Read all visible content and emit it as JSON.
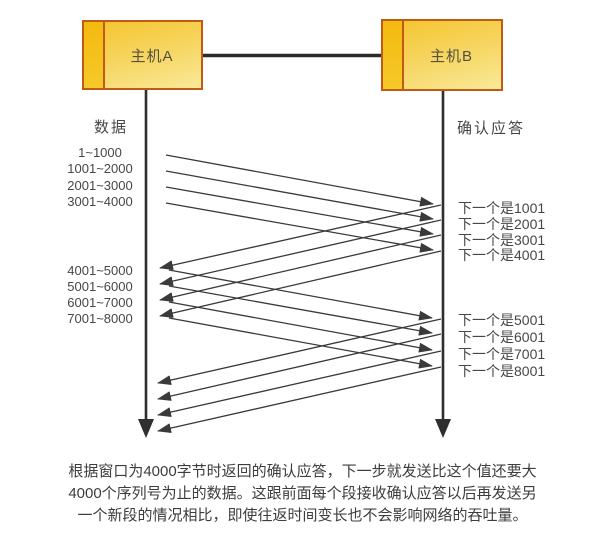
{
  "diagram": {
    "host_a": "主机A",
    "host_b": "主机B",
    "left_axis_title": "数据",
    "right_axis_title": "确认应答",
    "data_segments_batch1": [
      "1~1000",
      "1001~2000",
      "2001~3000",
      "3001~4000"
    ],
    "data_segments_batch2": [
      "4001~5000",
      "5001~6000",
      "6001~7000",
      "7001~8000"
    ],
    "ack_labels_batch1": [
      "下一个是1001",
      "下一个是2001",
      "下一个是3001",
      "下一个是4001"
    ],
    "ack_labels_batch2": [
      "下一个是5001",
      "下一个是6001",
      "下一个是7001",
      "下一个是8001"
    ],
    "colors": {
      "box_border": "#c05a14",
      "box_fill_top": "#f4c42c",
      "box_fill_bottom": "#f9e998",
      "strip_fill": "#f3ba10",
      "line": "#2f2f2f",
      "arrow": "#3a3a3a",
      "text": "#474747"
    }
  },
  "caption": {
    "lines": [
      "根据窗口为4000字节时返回的确认应答，下一步就发送比这个值还要大",
      "4000个序列号为止的数据。这跟前面每个段接收确认应答以后再发送另",
      "一个新段的情况相比，即使往返时间变长也不会影响网络的吞吐量。"
    ]
  }
}
